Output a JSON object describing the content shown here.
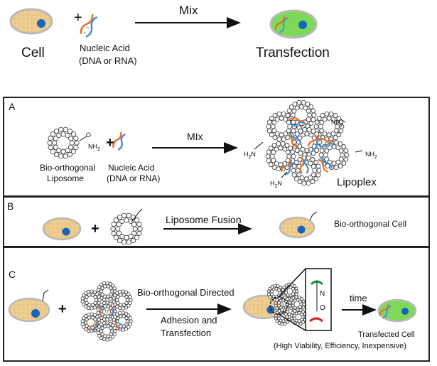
{
  "top": {
    "cell_label": "Cell",
    "plus": "+",
    "nucleic_acid_label_1": "Nucleic Acid",
    "nucleic_acid_label_2": "(DNA or RNA)",
    "mix_label": "Mix",
    "transfection_label": "Transfection"
  },
  "panel_a": {
    "letter": "A",
    "liposome_label_1": "Bio-orthogonal",
    "liposome_label_2": "Liposome",
    "plus": "+",
    "nucleic_acid_label_1": "Nucleic Acid",
    "nucleic_acid_label_2": "(DNA or RNA)",
    "mix_label": "MIx",
    "lipoplex_label": "Lipoplex",
    "nh2": "NH",
    "nh2_sub": "2",
    "h2n": "H",
    "h2n_sub": "2",
    "h2n_tail": "N",
    "oxygen": "O"
  },
  "panel_b": {
    "letter": "B",
    "plus": "+",
    "fusion_label": "Liposome Fusion",
    "cell_label": "Bio-orthogonal Cell"
  },
  "panel_c": {
    "letter": "C",
    "plus": "+",
    "directed_label": "Bio-orthogonal Directed",
    "adhesion_label_1": "Adhesion and",
    "adhesion_label_2": "Transfection",
    "time_label": "time",
    "transfected_label_1": "Transfected Cell",
    "transfected_label_2": "(High Viability, Efficiency, Inexpensive)",
    "n_label": "N",
    "o_label": "O"
  },
  "colors": {
    "cell_fill": "#f2d39c",
    "cell_green": "#7ed957",
    "nucleus": "#1565c0",
    "dna_orange": "#e8702a",
    "dna_blue": "#4a8fd6",
    "linker_green": "#1a9a3c",
    "linker_red": "#d62828"
  }
}
